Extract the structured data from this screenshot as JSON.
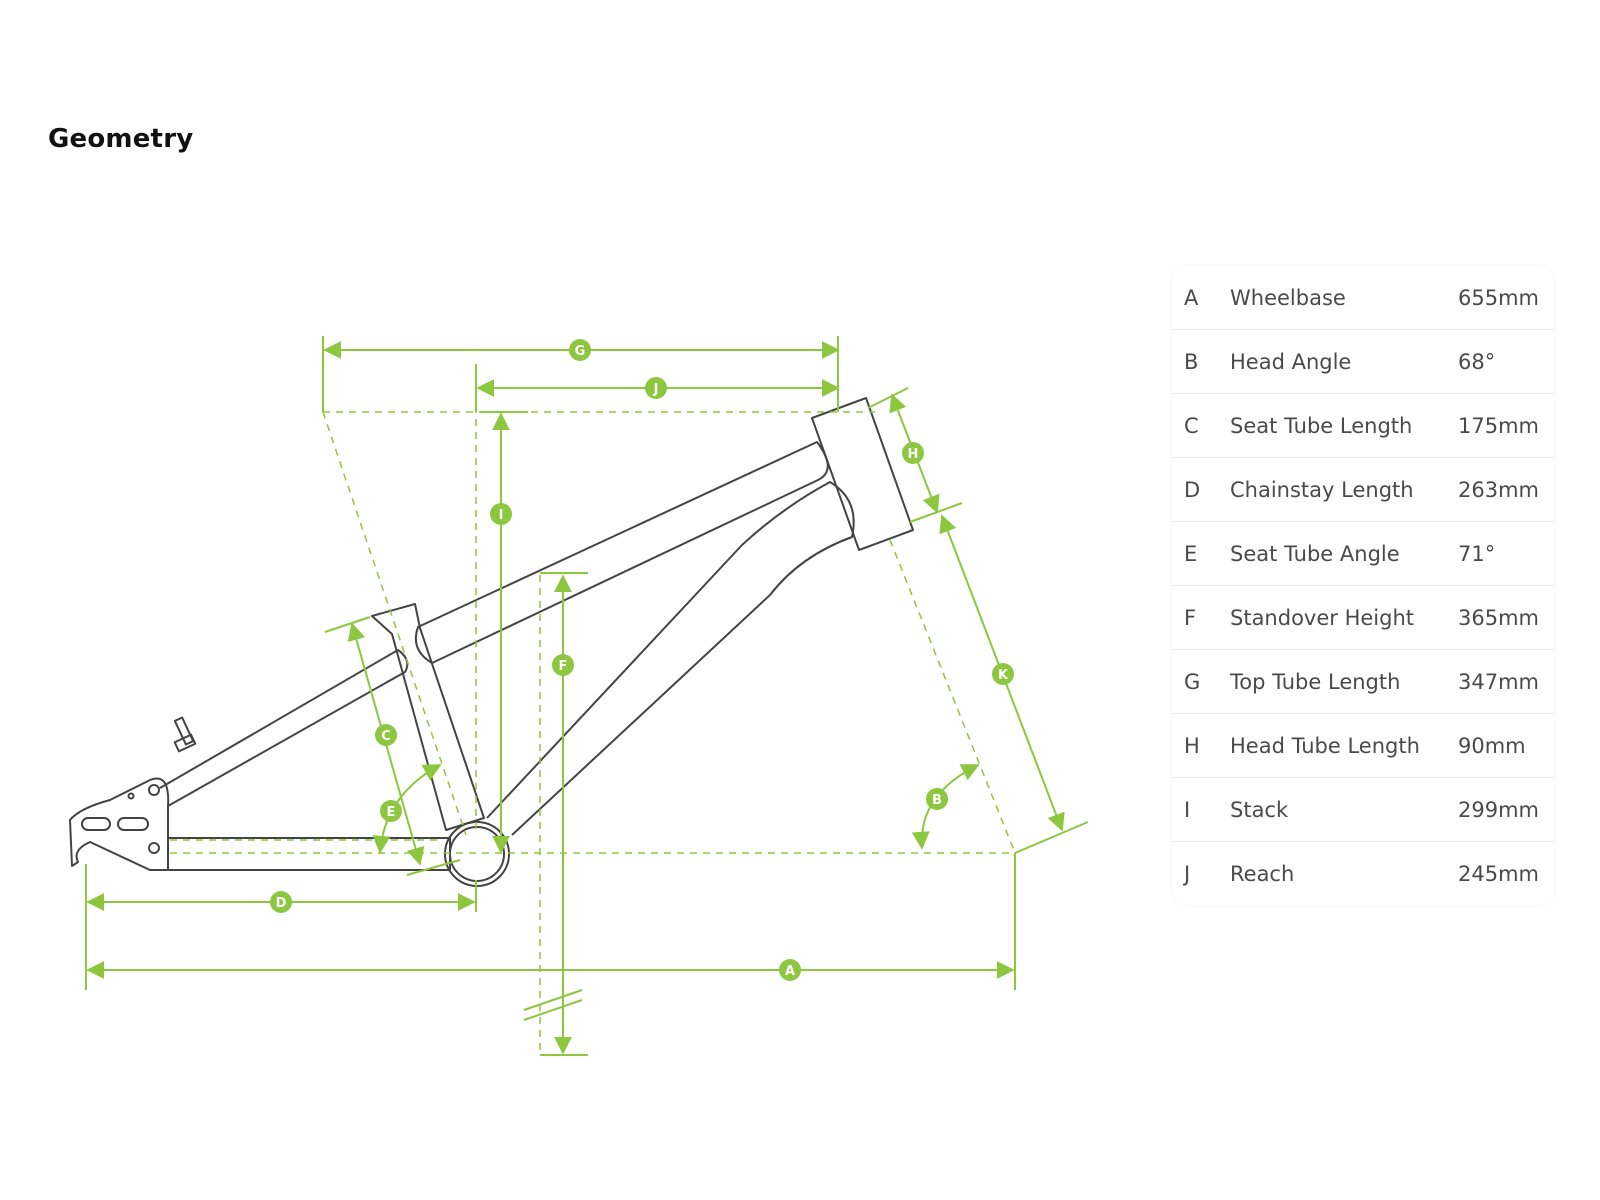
{
  "title": "Geometry",
  "colors": {
    "accent": "#8dc63f",
    "frame_stroke": "#444444",
    "row_divider": "#eaeaea"
  },
  "callouts": {
    "A": "A",
    "B": "B",
    "C": "C",
    "D": "D",
    "E": "E",
    "F": "F",
    "G": "G",
    "H": "H",
    "I": "I",
    "J": "J",
    "K": "K"
  },
  "geometry": [
    {
      "letter": "A",
      "name": "Wheelbase",
      "value": "655mm"
    },
    {
      "letter": "B",
      "name": "Head Angle",
      "value": "68°"
    },
    {
      "letter": "C",
      "name": "Seat Tube Length",
      "value": "175mm"
    },
    {
      "letter": "D",
      "name": "Chainstay Length",
      "value": "263mm"
    },
    {
      "letter": "E",
      "name": "Seat Tube Angle",
      "value": "71°"
    },
    {
      "letter": "F",
      "name": "Standover Height",
      "value": "365mm"
    },
    {
      "letter": "G",
      "name": "Top Tube Length",
      "value": "347mm"
    },
    {
      "letter": "H",
      "name": "Head Tube Length",
      "value": "90mm"
    },
    {
      "letter": "I",
      "name": "Stack",
      "value": "299mm"
    },
    {
      "letter": "J",
      "name": "Reach",
      "value": "245mm"
    }
  ]
}
